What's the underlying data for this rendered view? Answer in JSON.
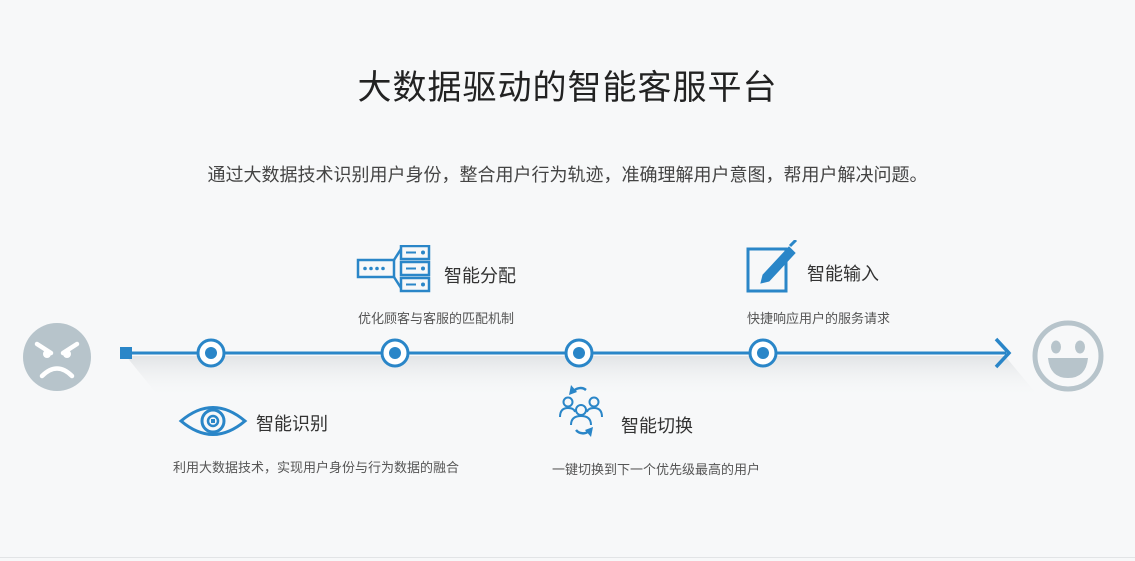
{
  "header": {
    "title": "大数据驱动的智能客服平台",
    "subtitle": "通过大数据技术识别用户身份，整合用户行为轨迹，准确理解用户意图，帮用户解决问题。"
  },
  "features": [
    {
      "name": "智能识别",
      "desc": "利用大数据技术，实现用户身份与行为数据的融合",
      "icon": "eye-icon"
    },
    {
      "name": "智能分配",
      "desc": "优化顾客与客服的匹配机制",
      "icon": "server-icon"
    },
    {
      "name": "智能切换",
      "desc": "一键切换到下一个优先级最高的用户",
      "icon": "users-switch-icon"
    },
    {
      "name": "智能输入",
      "desc": "快捷响应用户的服务请求",
      "icon": "edit-icon"
    }
  ],
  "faces": {
    "start": "sad-face-icon",
    "end": "smiley-face-icon"
  },
  "colors": {
    "accent": "#2a86c8",
    "face": "#b7c4cb"
  }
}
